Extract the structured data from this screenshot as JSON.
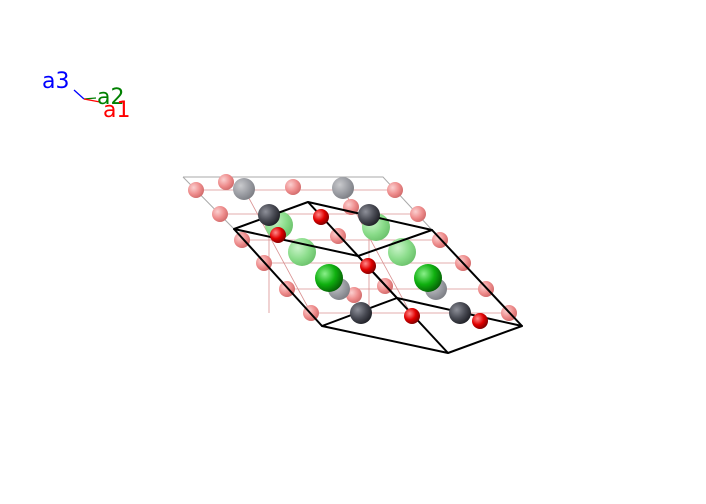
{
  "axes": {
    "a1": {
      "label": "a1",
      "color": "#ff0000"
    },
    "a2": {
      "label": "a2",
      "color": "#008000"
    },
    "a3": {
      "label": "a3",
      "color": "#0000ff"
    }
  },
  "colors": {
    "oxygen": "#e60000",
    "oxygen_faded": "#f08a8a",
    "metal_dark": "#4a4c55",
    "metal_faded": "#9a9ca2",
    "cation_green": "#17b017",
    "cation_green_faded": "#8fdc8f",
    "cell_edge": "#000000",
    "back_edge": "#aaaaaa",
    "bond": "#c04848"
  }
}
